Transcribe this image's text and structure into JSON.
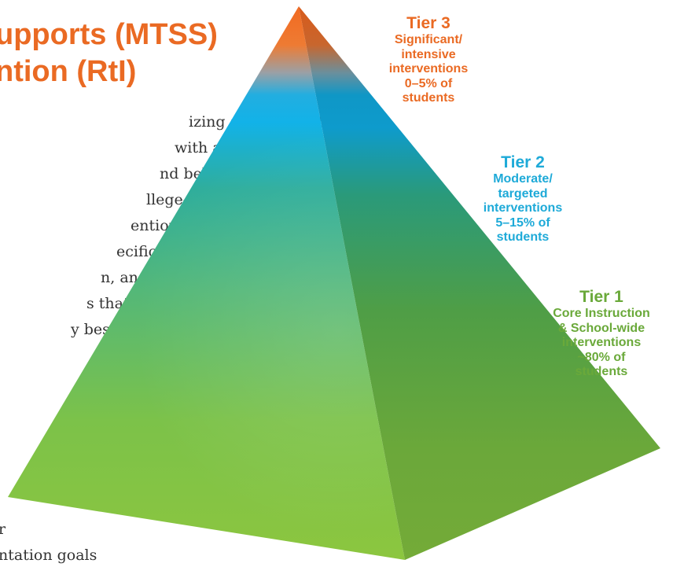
{
  "heading": {
    "line1": "upports (MTSS)",
    "line2": "ntion (RtI)"
  },
  "body_lines": [
    "izing and integrating",
    "with a focus",
    "nd behavioral",
    "llege- and",
    "ention",
    "ecifically",
    "n, and",
    "s that",
    "y best",
    "r",
    "ntation goals"
  ],
  "tiers": [
    {
      "title": "Tier 3",
      "lines": [
        "Significant/",
        "intensive",
        "interventions",
        "0–5% of",
        "students"
      ],
      "color": "#ea6a23"
    },
    {
      "title": "Tier 2",
      "lines": [
        "Moderate/",
        "targeted",
        "interventions",
        "5–15% of",
        "students"
      ],
      "color": "#1eaad8"
    },
    {
      "title": "Tier 1",
      "lines": [
        "Core Instruction",
        "& School-wide",
        "interventions",
        "~80% of",
        "students"
      ],
      "color": "#6aa93a"
    }
  ],
  "colors": {
    "heading": "#ea6a23",
    "apex_orange": "#f26a21",
    "band_blue": "#14b1e6",
    "base_green": "#8cc63f"
  }
}
